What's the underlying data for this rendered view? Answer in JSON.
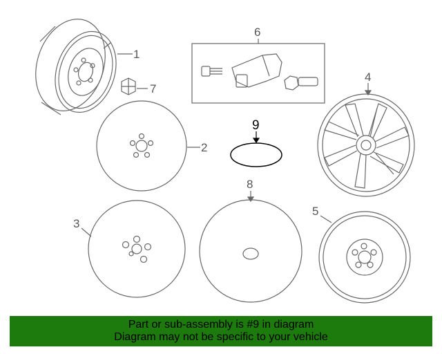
{
  "callouts": {
    "c1": "1",
    "c2": "2",
    "c3": "3",
    "c4": "4",
    "c5": "5",
    "c6": "6",
    "c7": "7",
    "c8": "8",
    "c9": "9"
  },
  "banner": {
    "line1": "Part or sub-assembly is #9 in diagram",
    "line2": "Diagram may not be specific to your vehicle",
    "color": "#1d7a0d"
  },
  "highlight_part": "9"
}
